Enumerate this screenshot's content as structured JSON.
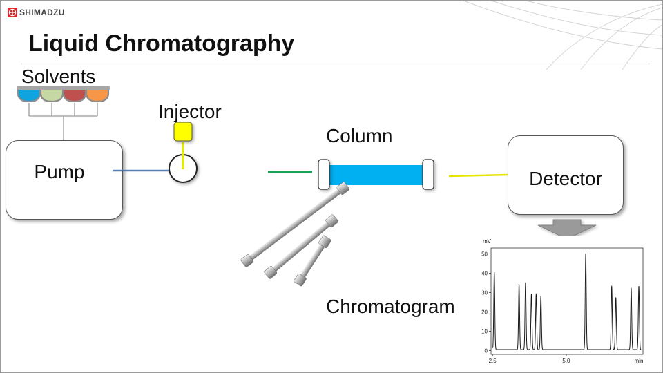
{
  "brand": {
    "logo_text": "SHIMADZU",
    "logo_color": "#d9262b"
  },
  "slide": {
    "title": "Liquid Chromatography"
  },
  "labels": {
    "solvents": "Solvents",
    "injector": "Injector",
    "column": "Column",
    "pump": "Pump",
    "detector": "Detector",
    "chromatogram": "Chromatogram"
  },
  "solvent_colors": [
    "#0fa3e0",
    "#c6d9a5",
    "#c0504d",
    "#f79646"
  ],
  "line_colors": {
    "pump_to_injector": "#4f81bd",
    "injector_needle": "#e8e800",
    "into_column": "#1aa15a",
    "column_to_detector": "#e6e600",
    "column_body": "#00b0f0",
    "injector_cap": "#ffff00"
  },
  "chart_data": {
    "type": "line",
    "title": "",
    "ylabel": "mV",
    "xlabel": "min",
    "x_tick_labels": [
      "2.5",
      "5.0",
      "min"
    ],
    "y_tick_labels": [
      "0",
      "10",
      "20",
      "30",
      "40",
      "50"
    ],
    "xlim": [
      2.45,
      7.6
    ],
    "ylim": [
      -2,
      53
    ],
    "peaks": [
      {
        "rt": 2.56,
        "height": 40
      },
      {
        "rt": 3.4,
        "height": 34
      },
      {
        "rt": 3.62,
        "height": 35
      },
      {
        "rt": 3.82,
        "height": 29
      },
      {
        "rt": 3.98,
        "height": 29
      },
      {
        "rt": 4.14,
        "height": 28
      },
      {
        "rt": 5.66,
        "height": 50
      },
      {
        "rt": 6.54,
        "height": 33
      },
      {
        "rt": 6.68,
        "height": 27
      },
      {
        "rt": 7.2,
        "height": 32
      },
      {
        "rt": 7.46,
        "height": 33
      }
    ],
    "baseline": 0.5
  }
}
